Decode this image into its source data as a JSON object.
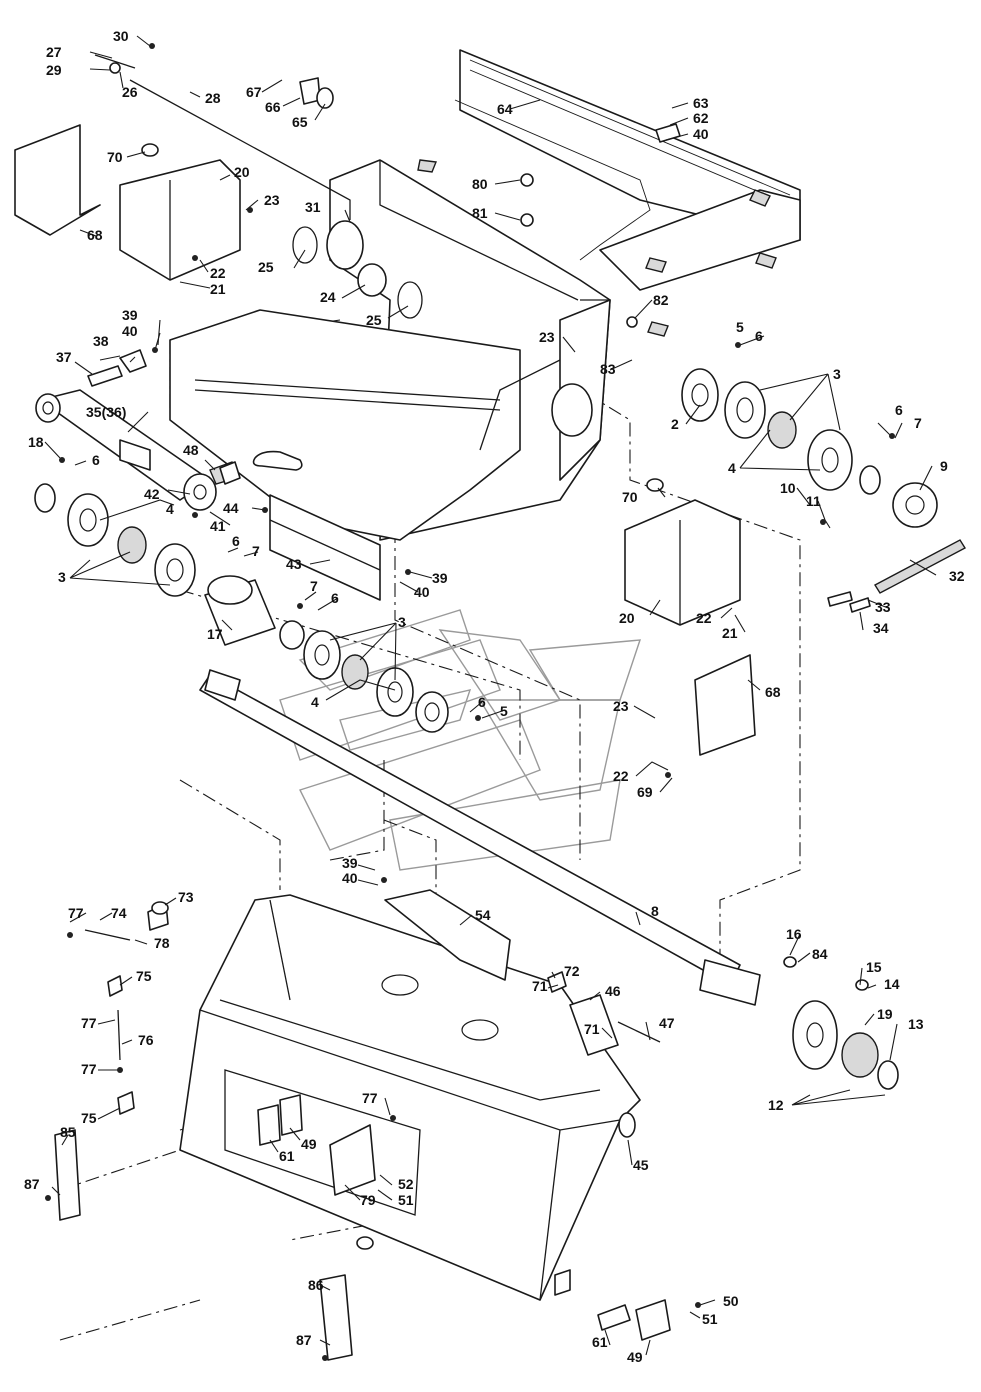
{
  "diagram_labels": [
    "2",
    "3",
    "4",
    "5",
    "6",
    "7",
    "8",
    "9",
    "10",
    "11",
    "12",
    "13",
    "14",
    "15",
    "16",
    "17",
    "18",
    "19",
    "20",
    "21",
    "22",
    "23",
    "24",
    "25",
    "26",
    "27",
    "28",
    "29",
    "30",
    "31",
    "32",
    "33",
    "34",
    "35(36)",
    "37",
    "38",
    "39",
    "40",
    "41",
    "42",
    "43",
    "44",
    "45",
    "46",
    "47",
    "48",
    "49",
    "50",
    "51",
    "52",
    "54",
    "61",
    "62",
    "63",
    "64",
    "65",
    "66",
    "67",
    "68",
    "69",
    "70",
    "71",
    "72",
    "73",
    "74",
    "75",
    "76",
    "77",
    "78",
    "79",
    "80",
    "81",
    "82",
    "83",
    "84",
    "85",
    "86",
    "87"
  ]
}
